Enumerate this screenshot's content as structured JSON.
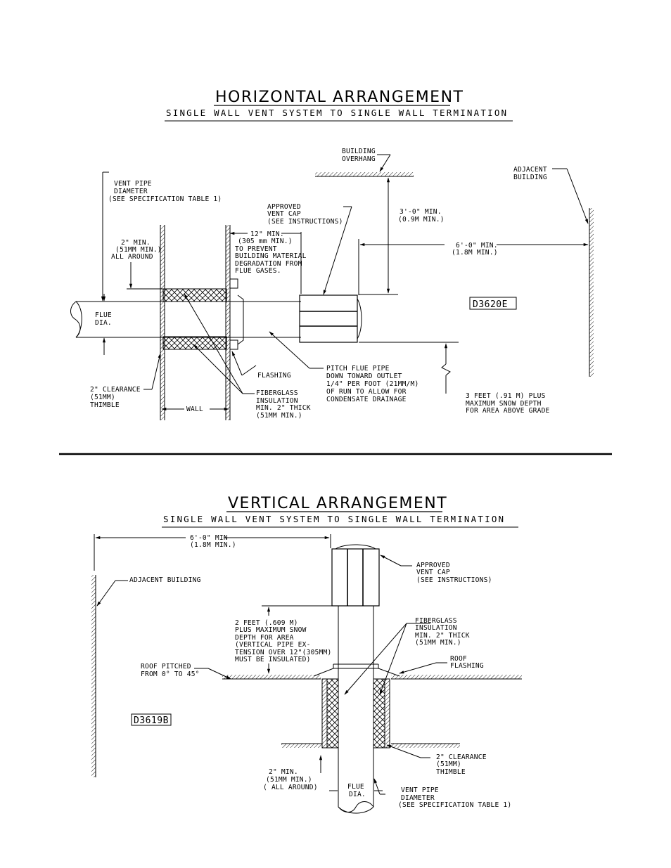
{
  "horizontal": {
    "title": "HORIZONTAL ARRANGEMENT",
    "subtitle": "SINGLE WALL VENT SYSTEM TO SINGLE WALL TERMINATION",
    "drawing_code": "D3620E",
    "labels": {
      "vent_pipe_diameter": [
        "VENT PIPE",
        "DIAMETER",
        "(SEE SPECIFICATION TABLE 1)"
      ],
      "min_all_around": [
        "2\" MIN.",
        "(51MM MIN.)",
        "ALL AROUND"
      ],
      "clearance_12": [
        "12\" MIN.",
        "(305 mm MIN.)",
        "TO PREVENT",
        "BUILDING MATERIAL",
        "DEGRADATION FROM",
        "FLUE GASES."
      ],
      "approved_vent_cap": [
        "APPROVED",
        "VENT CAP",
        "(SEE INSTRUCTIONS)"
      ],
      "building_overhang": [
        "BUILDING",
        "OVERHANG"
      ],
      "three_feet_min": [
        "3'-0\" MIN.",
        "(0.9M MIN.)"
      ],
      "six_feet_min": [
        "6'-0\" MIN.",
        "(1.8M MIN.)"
      ],
      "adjacent_building": [
        "ADJACENT",
        "BUILDING"
      ],
      "flue_dia": [
        "FLUE",
        "DIA."
      ],
      "flashing": "FLASHING",
      "pitch_flue_pipe": [
        "PITCH FLUE PIPE",
        "DOWN TOWARD OUTLET",
        "1/4\" PER FOOT (21MM/M)",
        "OF RUN TO ALLOW FOR",
        "CONDENSATE DRAINAGE"
      ],
      "fiberglass_insulation": [
        "FIBERGLASS",
        "INSULATION",
        "MIN. 2\" THICK",
        "(51MM MIN.)"
      ],
      "clearance_thimble": [
        "2\" CLEARANCE",
        "(51MM)",
        "THIMBLE"
      ],
      "wall": "WALL",
      "snow_depth": [
        "3 FEET (.91 M) PLUS",
        "MAXIMUM SNOW DEPTH",
        "FOR AREA ABOVE GRADE"
      ]
    }
  },
  "vertical": {
    "title": "VERTICAL ARRANGEMENT",
    "subtitle": "SINGLE WALL VENT SYSTEM TO SINGLE WALL TERMINATION",
    "drawing_code": "D3619B",
    "labels": {
      "six_feet_min": [
        "6'-0\" MIN",
        "(1.8M MIN.)"
      ],
      "approved_vent_cap": [
        "APPROVED",
        "VENT CAP",
        "(SEE INSTRUCTIONS)"
      ],
      "adjacent_building": "ADJACENT BUILDING",
      "two_feet": [
        "2 FEET (.609 M)",
        "PLUS MAXIMUM SNOW",
        "DEPTH FOR AREA",
        "(VERTICAL PIPE EX-",
        "TENSION OVER 12\"(305MM)",
        "MUST BE INSULATED)"
      ],
      "fiberglass_insulation": [
        "FIBERGLASS",
        "INSULATION",
        "MIN. 2\" THICK",
        "(51MM MIN.)"
      ],
      "roof_flashing": [
        "ROOF",
        "FLASHING"
      ],
      "roof_pitched": [
        "ROOF PITCHED",
        "FROM 0° TO 45°"
      ],
      "clearance_thimble": [
        "2\" CLEARANCE",
        "(51MM)",
        "THIMBLE"
      ],
      "min_all_around": [
        "2\" MIN.",
        "(51MM MIN.)",
        "( ALL AROUND)"
      ],
      "flue_dia": [
        "FLUE",
        "DIA."
      ],
      "vent_pipe_diameter": [
        "VENT PIPE",
        "DIAMETER",
        "(SEE SPECIFICATION TABLE 1)"
      ]
    }
  }
}
